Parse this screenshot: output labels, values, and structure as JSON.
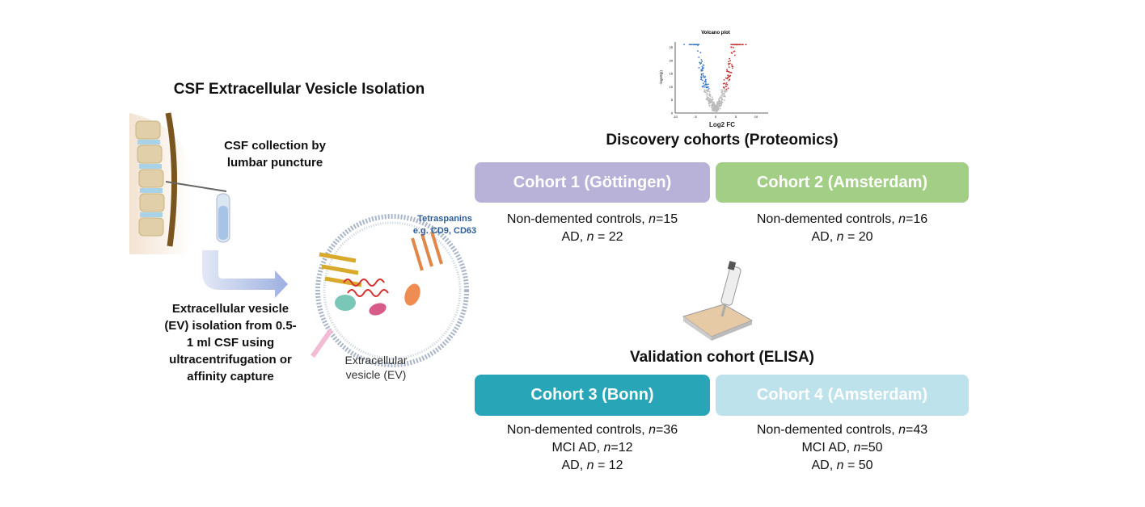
{
  "left": {
    "title": "CSF Extracellular Vesicle Isolation",
    "collection_label_1": "CSF collection by",
    "collection_label_2": "lumbar puncture",
    "isolation_lines": [
      "Extracellular vesicle",
      "(EV) isolation from 0.5-",
      "1 ml CSF using",
      "ultracentrifugation or",
      "affinity capture"
    ],
    "tetraspanins_1": "Tetraspanins",
    "tetraspanins_2": "e.g. CD9, CD63",
    "ev_label_1": "Extracellular",
    "ev_label_2": "vesicle (EV)"
  },
  "volcano": {
    "title": "Volcano plot",
    "xlabel": "Log2 FC",
    "ylabel": "-log10(p)",
    "xticks": [
      "-10",
      "-5",
      "0",
      "5",
      "10"
    ],
    "yticks": [
      "0",
      "5",
      "10",
      "15",
      "20",
      "25"
    ],
    "colors": {
      "down": "#3a78c2",
      "up": "#c83232",
      "ns": "#bbbbbb"
    }
  },
  "discovery": {
    "title": "Discovery cohorts (Proteomics)",
    "cohorts": [
      {
        "name": "Cohort 1 (Göttingen)",
        "color": "#b8b1d8",
        "controls": "Non-demented controls, ",
        "controls_n": "=15",
        "ad": "AD, ",
        "ad_n": " = 22"
      },
      {
        "name": "Cohort 2 (Amsterdam)",
        "color": "#a2ce86",
        "controls": "Non-demented controls, ",
        "controls_n": "=16",
        "ad": "AD, ",
        "ad_n": " = 20"
      }
    ]
  },
  "validation": {
    "title": "Validation cohort (ELISA)",
    "cohorts": [
      {
        "name": "Cohort 3 (Bonn)",
        "color": "#28a6b7",
        "controls": "Non-demented controls, ",
        "controls_n": "=36",
        "mci": "MCI AD, ",
        "mci_n": "=12",
        "ad": "AD, ",
        "ad_n": " = 12"
      },
      {
        "name": "Cohort 4 (Amsterdam)",
        "color": "#bde2eb",
        "controls": "Non-demented controls, ",
        "controls_n": "=43",
        "mci": "MCI AD, ",
        "mci_n": "=50",
        "ad": "AD, ",
        "ad_n": " = 50"
      }
    ]
  },
  "n_symbol": "n"
}
